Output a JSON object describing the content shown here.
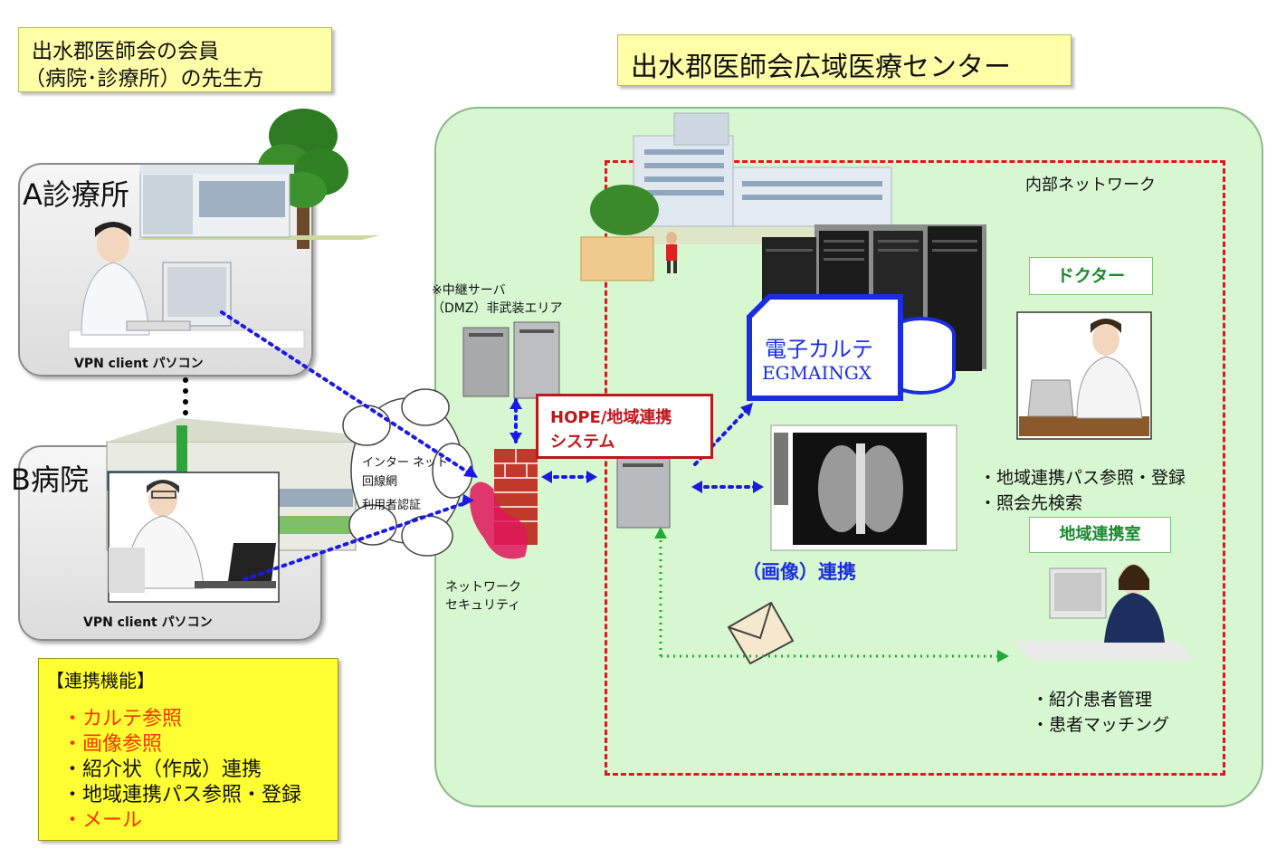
{
  "members_title": [
    "出水郡医師会の会員",
    "（病院･診療所）の先生方"
  ],
  "center_title": "出水郡医師会広域医療センター",
  "clinic_a": {
    "name": "A診療所",
    "pc_label": "VPN client パソコン"
  },
  "hospital_b": {
    "name": "B病院",
    "pc_label": "VPN client パソコン"
  },
  "internet": {
    "line1": "インター ネット",
    "line2": "回線網",
    "line3": "利用者認証"
  },
  "relay_server": {
    "line1": "※中継サーバ",
    "line2": "（DMZ）非武装エリア"
  },
  "network_security": {
    "line1": "ネットワーク",
    "line2": "セキュリティ"
  },
  "hope_system": {
    "line1": "HOPE/地域連携",
    "line2": "システム"
  },
  "internal_network": "内部ネットワーク",
  "emr": {
    "line1": "電子カルテ",
    "line2": "EGMAINGX"
  },
  "image_link": "（画像）連携",
  "doctor": {
    "label": "ドクター",
    "features": [
      "・地域連携パス参照・登録",
      "・照会先検索"
    ]
  },
  "regional_office": {
    "label": "地域連携室",
    "features": [
      "・紹介患者管理",
      "・患者マッチング"
    ]
  },
  "functions": {
    "title": "【連携機能】",
    "items": [
      {
        "text": "・カルテ参照",
        "color": "#ff3300"
      },
      {
        "text": "・画像参照",
        "color": "#ff3300"
      },
      {
        "text": "・紹介状（作成）連携",
        "color": "#111111"
      },
      {
        "text": "・地域連携パス参照・登録",
        "color": "#111111"
      },
      {
        "text": "・メール",
        "color": "#ff3300"
      }
    ]
  },
  "colors": {
    "green_area": "#d6f7d0",
    "dashed_red": "#e8141c",
    "link_blue": "#1a1ae6",
    "link_green": "#22aa33",
    "hope_red": "#c0161b",
    "emr_blue": "#1a2ee0"
  }
}
